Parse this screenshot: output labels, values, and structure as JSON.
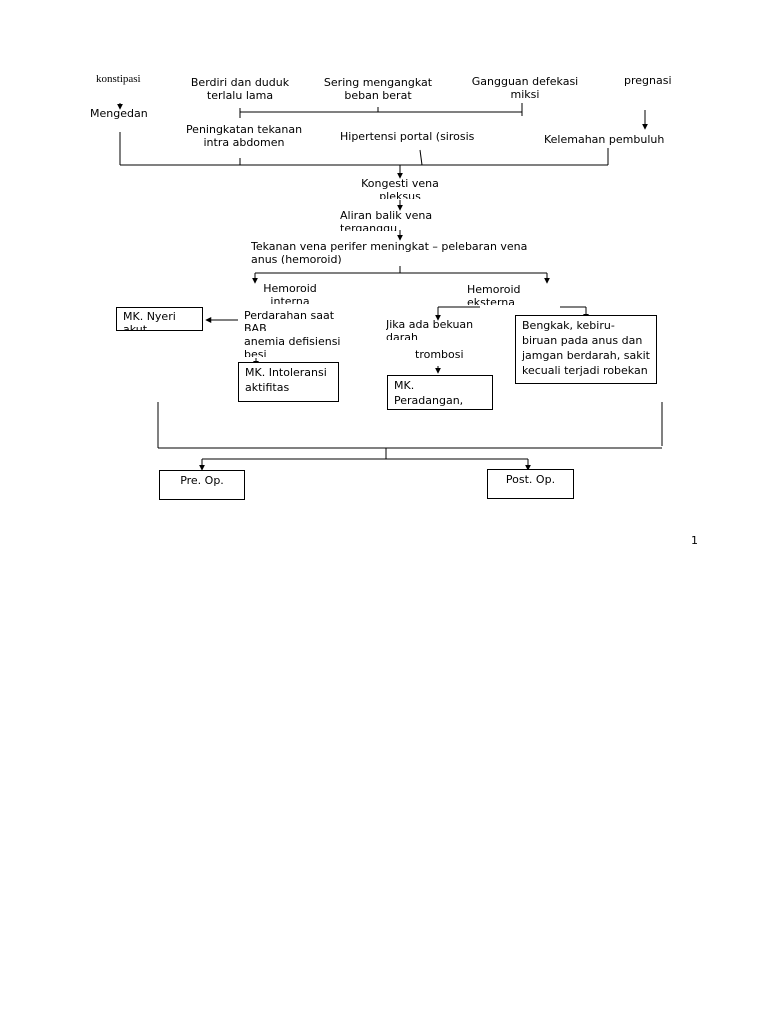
{
  "causes": {
    "konstipasi": "konstipasi",
    "berdiri": "Berdiri dan duduk terlalu lama",
    "mengangkat": "Sering mengangkat beban berat",
    "defekasi": "Gangguan defekasi miksi",
    "pregnasi": "pregnasi"
  },
  "mid": {
    "mengedan": "Mengedan",
    "peningkatan": "Peningkatan tekanan intra abdomen",
    "hipertensi": "Hipertensi portal (sirosis hepatis)",
    "kelemahan": "Kelemahan pembuluh"
  },
  "chain": {
    "kongesti": "Kongesti vena pleksus",
    "aliran": "Aliran balik vena terganggu",
    "tekanan": "Tekanan vena perifer meningkat – pelebaran vena anus (hemoroid)"
  },
  "branches": {
    "interna": "Hemoroid interna",
    "eksterna": "Hemoroid eksterna"
  },
  "interna_path": {
    "nyeri": "MK. Nyeri akut",
    "perdarahan": "Perdarahan saat BAB",
    "anemia": "anemia defisiensi besi",
    "intoleransi": "MK. Intoleransi aktifitas"
  },
  "eksterna_path": {
    "bekuan": "Jika ada bekuan darah",
    "trombosi": "trombosi",
    "peradangan": "MK. Peradangan, edema dan nyeri",
    "bengkak": "Bengkak, kebiru-biruan pada anus dan jamgan berdarah, sakit kecuali terjadi robekan vena"
  },
  "outcomes": {
    "pre": "Pre. Op.",
    "post": "Post. Op."
  },
  "page_number": "1"
}
